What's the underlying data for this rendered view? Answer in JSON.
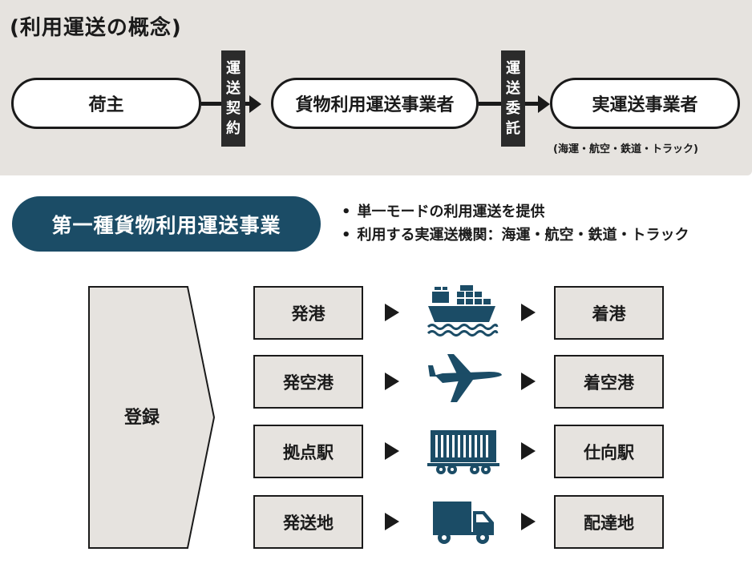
{
  "concept": {
    "title": "(利用運送の概念)",
    "shipper": "荷主",
    "forwarder": "貨物利用運送事業者",
    "carrier": "実運送事業者",
    "contract_label": [
      "運",
      "送",
      "契",
      "約"
    ],
    "commission_label": [
      "運",
      "送",
      "委",
      "託"
    ],
    "carrier_note": "(海運・航空・鉄道・トラック)"
  },
  "business": {
    "badge": "第一種貨物利用運送事業",
    "bullets": [
      "単一モードの利用運送を提供",
      "利用する実運送機関：海運・航空・鉄道・トラック"
    ]
  },
  "flow": {
    "register": "登録",
    "rows": [
      {
        "origin": "発港",
        "destination": "着港",
        "icon": "ship-icon"
      },
      {
        "origin": "発空港",
        "destination": "着空港",
        "icon": "airplane-icon"
      },
      {
        "origin": "拠点駅",
        "destination": "仕向駅",
        "icon": "freight-train-icon"
      },
      {
        "origin": "発送地",
        "destination": "配達地",
        "icon": "truck-icon"
      }
    ]
  },
  "colors": {
    "panel": "#e6e3df",
    "accent": "#1b4c66",
    "dark": "#1a1a1a"
  }
}
